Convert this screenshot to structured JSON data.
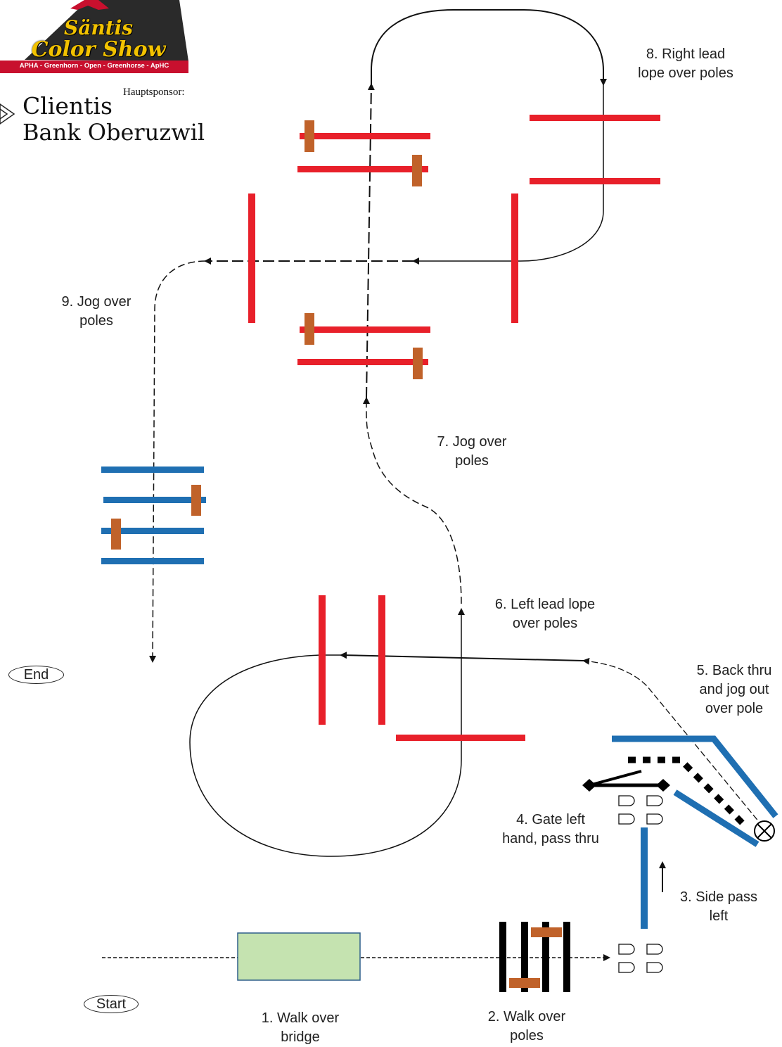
{
  "logo": {
    "title_line1": "Säntis",
    "title_line2": "Color Show",
    "banner": "APHA - Greenhorn - Open - Greenhorse - ApHC"
  },
  "sponsor": {
    "label": "Hauptsponsor:",
    "line1": "Clientis",
    "line2": "Bank Oberuzwil"
  },
  "markers": {
    "start": "Start",
    "end": "End"
  },
  "steps": [
    {
      "label": "1. Walk over\nbridge"
    },
    {
      "label": "2. Walk over\npoles"
    },
    {
      "label": "3. Side pass\nleft"
    },
    {
      "label": "4. Gate left\nhand, pass thru"
    },
    {
      "label": "5. Back thru\nand jog out\nover pole"
    },
    {
      "label": "6. Left lead lope\nover poles"
    },
    {
      "label": "7. Jog over\npoles"
    },
    {
      "label": "8. Right lead\nlope over poles"
    },
    {
      "label": "9. Jog over\npoles"
    }
  ],
  "colors": {
    "lope_poles": "#e8202a",
    "other_poles": "#1f6fb2",
    "blocks": "#c0622a",
    "bridge": "#c5e3b0",
    "bridge_border": "#2e5f8a",
    "logo_dark": "#2a2a2a",
    "logo_red": "#c8102e",
    "logo_gold": "#f2c200"
  },
  "icons": {
    "cones": "cone-icon",
    "gate": "gate-icon",
    "marker": "circle-cross-icon",
    "arrows": "arrow-icon"
  }
}
